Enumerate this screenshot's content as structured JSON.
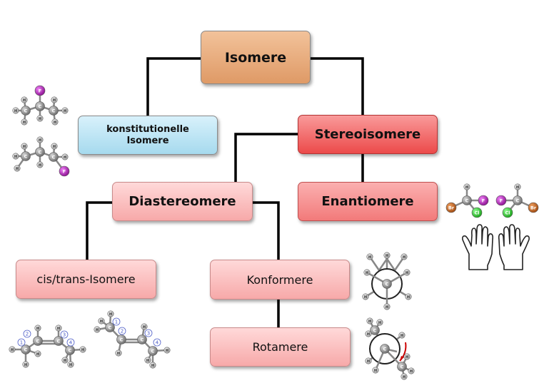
{
  "nodes": {
    "isomere": "Isomere",
    "konstitutionelle": "konstitutionelle\nIsomere",
    "stereoisomere": "Stereoisomere",
    "diastereomere": "Diastereomere",
    "enantiomere": "Enantiomere",
    "cis_trans": "cis/trans-Isomere",
    "konformere": "Konformere",
    "rotamere": "Rotamere"
  },
  "atoms": {
    "fluorine": "F",
    "bromine": "Br",
    "chlorine": "Cl",
    "carbon": "C",
    "hydrogen": "H"
  },
  "numbers": [
    "1",
    "2",
    "3",
    "4"
  ],
  "colors": {
    "carbon": "#8c8c8c",
    "hydrogen": "#d4d4d4",
    "fluorine": "#b020b8",
    "bromine": "#c8641e",
    "chlorine": "#2ecc2e",
    "arrow": "#cc0000",
    "number_ring": "#5060c8"
  }
}
